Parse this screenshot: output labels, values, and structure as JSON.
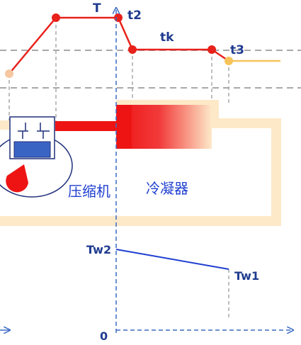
{
  "labels": {
    "T": "T",
    "t2": "t2",
    "tk": "tk",
    "t3": "t3",
    "compressor": "压缩机",
    "condenser": "冷凝器",
    "tw2": "Tw2",
    "tw1": "Tw1",
    "origin": "0"
  },
  "colors": {
    "hot_line": "#e8211b",
    "cool_line": "#f6c35a",
    "water_line": "#1f3fd0",
    "axis": "#3b6bc4",
    "dashed": "#a8a8a8",
    "pipe_light": "#fde9c8",
    "compressor_outline": "#1f2f7a",
    "piston": "#3a64c4"
  }
}
